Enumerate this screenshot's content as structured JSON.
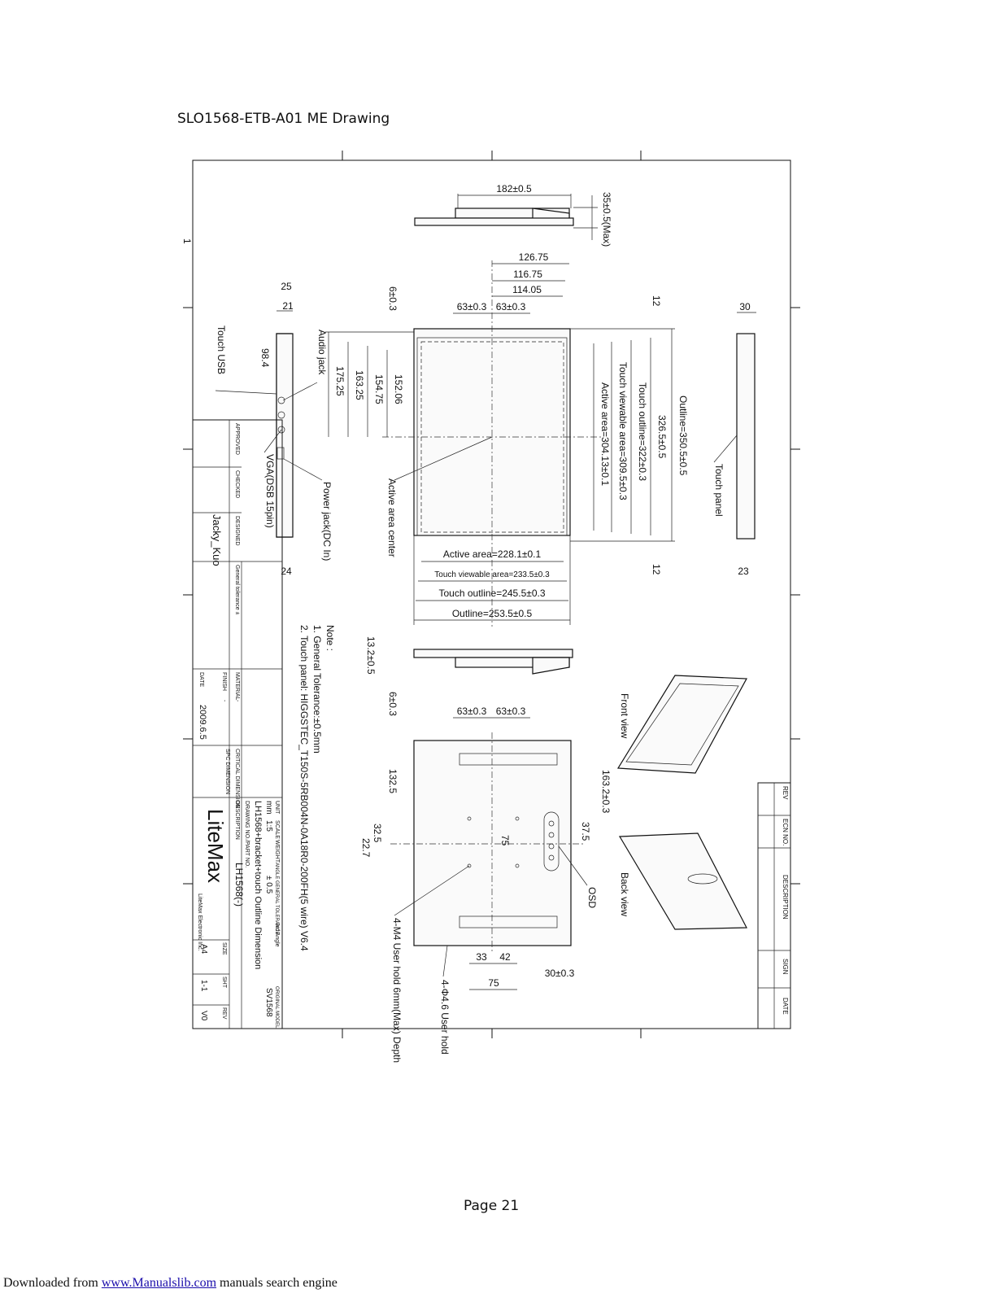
{
  "document": {
    "title": "SLO1568-ETB-A01 ME Drawing",
    "page_label": "Page 21"
  },
  "footer": {
    "prefix": "Downloaded from ",
    "link": "www.Manualslib.com",
    "suffix": " manuals search engine"
  },
  "border": {
    "grid_number": "1"
  },
  "top_view": {
    "width_dim": "182±0.5",
    "height_dim": "35±0.5(Max)"
  },
  "front_drawing": {
    "dims_top": [
      "126.75",
      "116.75",
      "114.05"
    ],
    "hole_spacing": [
      "63±0.3",
      "63±0.3"
    ],
    "top_margin": "6±0.3",
    "right_margins": [
      "12",
      "12"
    ],
    "vertical_dims": [
      "152.06",
      "154.75",
      "163.25",
      "175.25"
    ],
    "right_dims": [
      "Outline=350.5±0.5",
      "326.5±0.5",
      "Touch outline=322±0.3",
      "Touch viewable area=309.5±0.3",
      "Active area=304.13±0.1"
    ],
    "bottom_dims": [
      "Active area=228.1±0.1",
      "Touch viewable area=233.5±0.3",
      "Touch outline=245.5±0.3",
      "Outline=253.5±0.5"
    ],
    "center_label": "Active area center"
  },
  "left_side_view": {
    "dims": [
      "25",
      "21",
      "24",
      "98.4"
    ],
    "labels": [
      "Audio jack",
      "Touch USB",
      "VGA(DSB 15pin)",
      "Power jack(DC In)"
    ]
  },
  "right_side_view": {
    "dims": [
      "30",
      "23"
    ],
    "label": "Touch panel"
  },
  "bottom_side_view": {
    "dim": "13.2±0.5"
  },
  "back_drawing": {
    "hole_spacing": [
      "63±0.3",
      "63±0.3"
    ],
    "top_margin": "6±0.3",
    "dims": [
      "132.5",
      "163.2±0.3",
      "37.5",
      "32.5",
      "22.7",
      "75",
      "33",
      "42",
      "30±0.3",
      "75"
    ],
    "labels": [
      "OSD",
      "4-M4 User hold 6mm(Max) Depth",
      "4-Φ4.6 User hold"
    ]
  },
  "iso_views": {
    "front": "Front view",
    "back": "Back view"
  },
  "notes": [
    "Note :",
    "1. General Tolerance:±0.5mm",
    "2. Touch panel: HIGGSTEC_T150S-5RB004N-0A18R0-200FH(5 wire) V6.4"
  ],
  "revision_block": {
    "headers": [
      "REV",
      "ECN NO.",
      "DESCRIPTION",
      "SIGN",
      "DATE"
    ]
  },
  "title_block": {
    "roles": [
      "APPROVED",
      "CHECKED",
      "DESIGNED"
    ],
    "designer": "Jacky_Kuo",
    "date_label": "DATE",
    "date_value": "2009.6.5",
    "tolerance_header": "General tolerance ±",
    "material_label": "MATERIAL",
    "material_value": "-",
    "finish_label": "FINISH",
    "finish_value": "-",
    "critical_dimension": "CRITICAL DIMENSION",
    "spc_dimension": "SPC DIMENSION",
    "unit_label": "UNIT",
    "unit_value": "mm",
    "scale_label": "SCALE",
    "scale_value": "1:5",
    "weight_label": "WEIGHT",
    "tolerance_label": "ANGLE GENERAL TOLERANCE",
    "tolerance_value": "± 0.5",
    "projection": "3rd Angle",
    "original_model_label": "ORIGINAL MODEL",
    "original_model_value": "SV1568",
    "drawing_title": "LH1568+bracket+touch Outline Dimension",
    "drawing_no_label": "DRAWING NO./PART NO.",
    "drawing_no_value": "LH1568(-)",
    "description_label": "DESCRIPTION",
    "company": "LiteMax",
    "company_sub": "LiteMax Electronic Inc.",
    "size_label": "SIZE",
    "size_value": "A4",
    "sht_label": "SHT",
    "sht_value": "1-1",
    "rev_label": "REV",
    "rev_value": "V0"
  }
}
